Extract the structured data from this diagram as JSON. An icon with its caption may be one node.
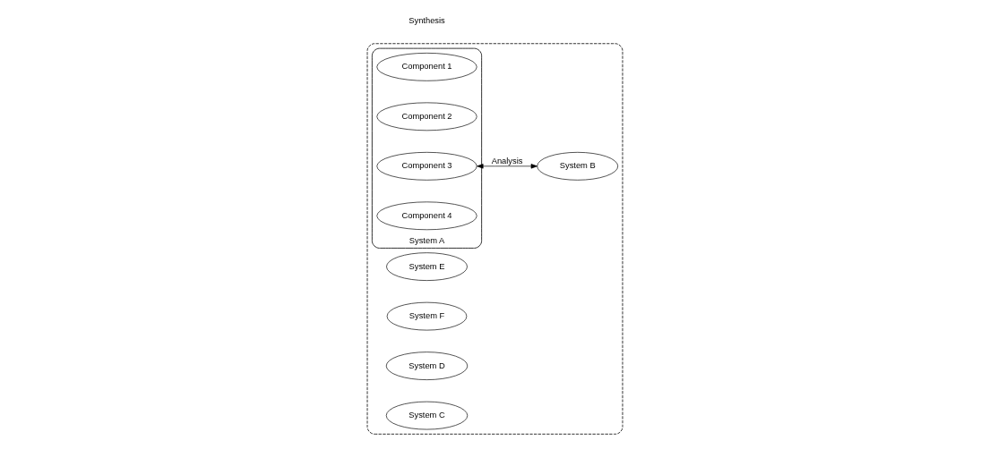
{
  "diagram": {
    "nodes": [
      {
        "text": [],
        "shape": "cloud"
      },
      {
        "text": [
          "System E"
        ],
        "in": 0
      },
      {
        "text": [
          "System F"
        ],
        "in": 0
      },
      {
        "text": [
          "System A"
        ],
        "in": 0
      },
      {
        "text": [
          "Component 1"
        ],
        "in": 3
      },
      {
        "text": [
          "Component 2"
        ],
        "in": 3
      },
      {
        "text": [
          "Component 3"
        ],
        "in": 3
      },
      {
        "text": [
          "Component 4"
        ],
        "in": 3
      },
      {
        "text": [
          "System B"
        ],
        "in": 0
      },
      {
        "text": [
          "System D"
        ],
        "in": 0
      },
      {
        "text": [
          "System C"
        ],
        "in": 0
      }
    ],
    "edges": [
      {
        "from": 6,
        "to": 8,
        "arrow": "both",
        "label": "Analysis"
      }
    ],
    "labels": [
      "Synthesis"
    ]
  }
}
